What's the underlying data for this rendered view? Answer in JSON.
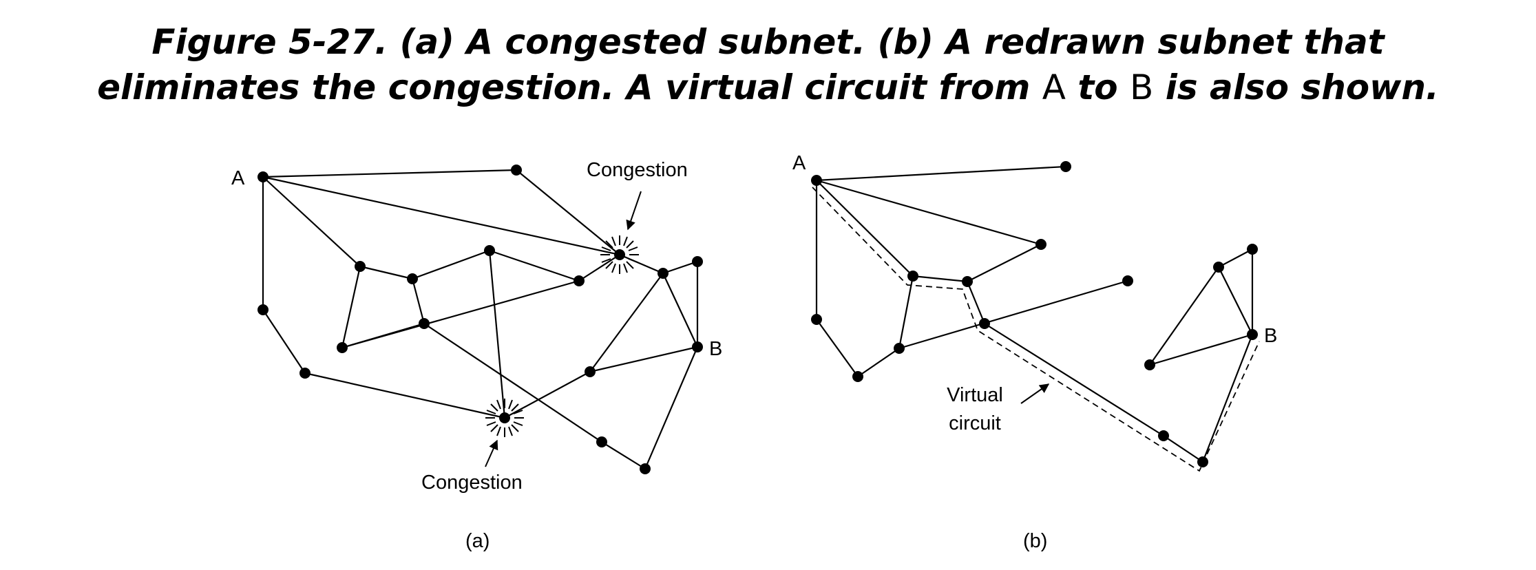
{
  "caption": {
    "part1": "Figure 5-27. (a) A congested subnet. (b) A redrawn subnet that",
    "part2a": "eliminates the congestion. A virtual circuit from ",
    "node_a": "A",
    "part2b": " to ",
    "node_b": "B",
    "part2c": " is also shown."
  },
  "panel_a": {
    "label": "(a)",
    "node_a_label": "A",
    "node_b_label": "B",
    "congestion_top": "Congestion",
    "congestion_bottom": "Congestion"
  },
  "panel_b": {
    "label": "(b)",
    "node_a_label": "A",
    "node_b_label": "B",
    "virtual_circuit_line1": "Virtual",
    "virtual_circuit_line2": "circuit"
  },
  "colors": {
    "ink": "#000000",
    "background": "#ffffff"
  }
}
